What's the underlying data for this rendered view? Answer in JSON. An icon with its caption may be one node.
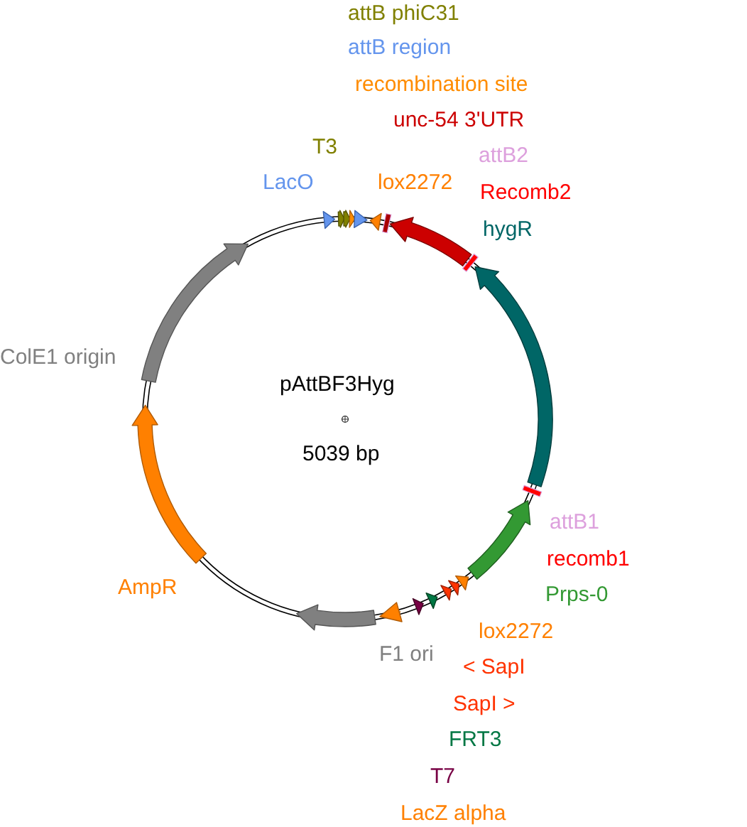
{
  "diagram": {
    "labels": [
      "attB phiC31",
      "attB region",
      "recombination site",
      "unc-54 3'UTR",
      "T3",
      "attB2",
      "LacO",
      "lox2272",
      "Recomb2",
      "hygR",
      "ColE1 origin",
      "pAttBF3Hyg",
      "5039 bp",
      "attB1",
      "recomb1",
      "AmpR",
      "Prps-0",
      "lox2272",
      "F1 ori",
      "< SapI",
      "SapI >",
      "FRT3",
      "T7",
      "LacZ alpha"
    ]
  }
}
